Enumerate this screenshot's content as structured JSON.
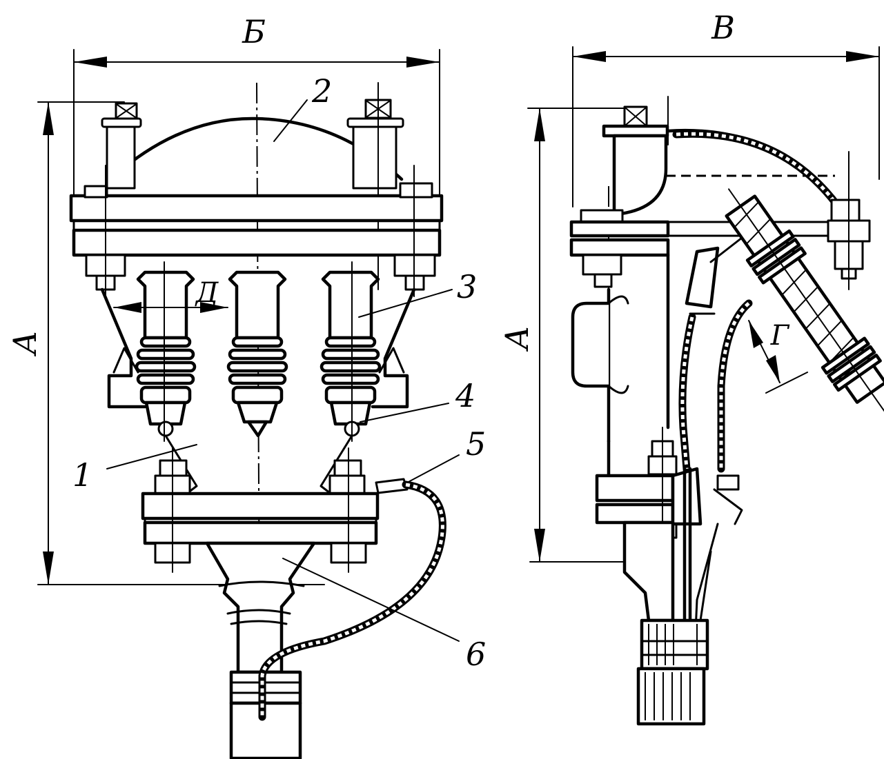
{
  "dimensions": {
    "front_width": "Б",
    "front_height": "А",
    "side_width": "В",
    "side_height": "А",
    "gap": "Д",
    "side_length": "Г"
  },
  "callouts": {
    "c1": "1",
    "c2": "2",
    "c3": "3",
    "c4": "4",
    "c5": "5",
    "c6": "6"
  }
}
